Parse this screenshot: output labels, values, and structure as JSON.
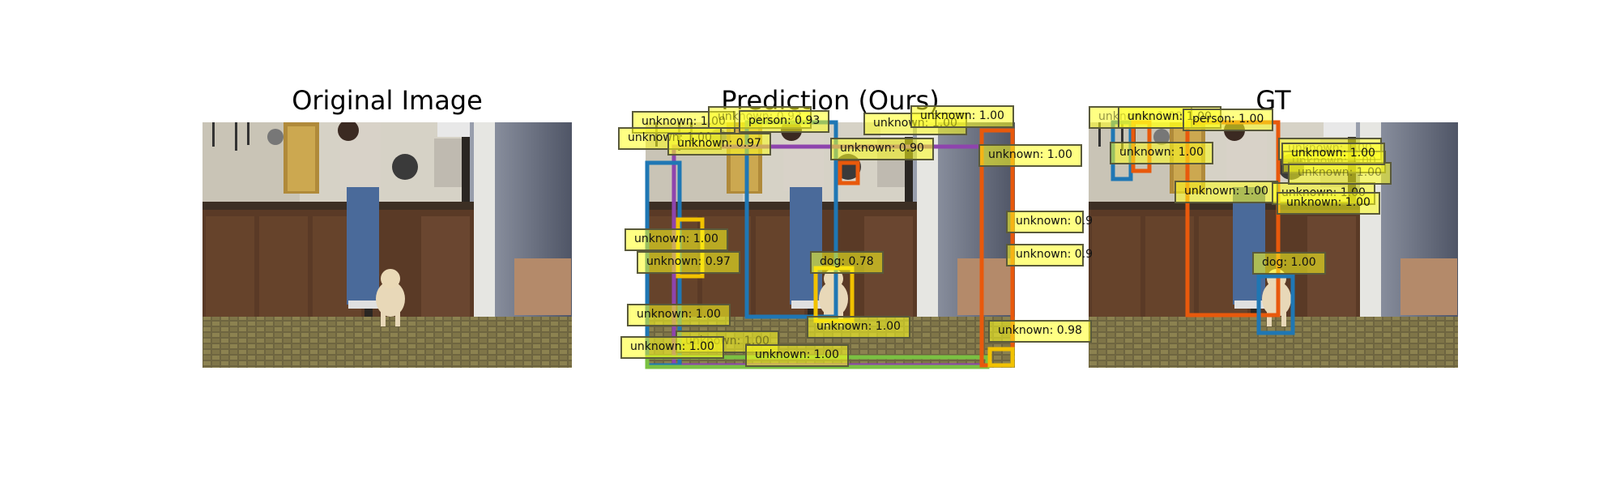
{
  "panels": [
    {
      "title": "Original Image"
    },
    {
      "title": "Prediction (Ours)"
    },
    {
      "title": "GT"
    }
  ],
  "colors": {
    "label_fill": "#ffff1e",
    "box_blue": "#1f77b4",
    "box_purple": "#8e44ad",
    "box_orange": "#e8590c",
    "box_green": "#7ac142",
    "box_yellow": "#f2c200"
  },
  "prediction_labels": [
    {
      "text": "unknown: 1.00"
    },
    {
      "text": "unknown: 1.00"
    },
    {
      "text": "unknown: 0.97"
    },
    {
      "text": "unknown: 0.93"
    },
    {
      "text": "person: 0.93"
    },
    {
      "text": "unknown: 1.00"
    },
    {
      "text": "unknown: 1.00"
    },
    {
      "text": "unknown: 0.90"
    },
    {
      "text": "unknown: 1.00"
    },
    {
      "text": "unknown: 0.9"
    },
    {
      "text": "unknown: 0.9"
    },
    {
      "text": "unknown: 1.00"
    },
    {
      "text": "unknown: 0.97"
    },
    {
      "text": "dog: 0.78"
    },
    {
      "text": "unknown: 1.00"
    },
    {
      "text": "unknown: 1.00"
    },
    {
      "text": "unknown: 1.00"
    },
    {
      "text": "unknown: 1.00"
    },
    {
      "text": "unknown: 1.00"
    },
    {
      "text": "unknown: 0.98"
    }
  ],
  "gt_labels": [
    {
      "text": "unknown: 1.00"
    },
    {
      "text": "unknown: 1.00"
    },
    {
      "text": "person: 1.00"
    },
    {
      "text": "unknown: 1.00"
    },
    {
      "text": "unknown: 1.00"
    },
    {
      "text": "unknown: 1.00"
    },
    {
      "text": "unknown: 1.00"
    },
    {
      "text": "unknown: 1.00"
    },
    {
      "text": "unknown: 1.00"
    },
    {
      "text": "unknown: 1.00"
    },
    {
      "text": "unknown: 1.00"
    },
    {
      "text": "dog: 1.00"
    }
  ]
}
